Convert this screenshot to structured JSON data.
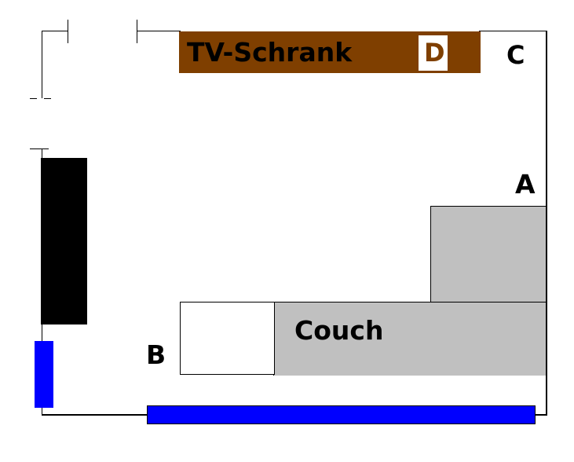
{
  "tv_cabinet": {
    "label": "TV-Schrank",
    "marker": "D"
  },
  "couch": {
    "label": "Couch"
  },
  "markers": {
    "a": "A",
    "b": "B",
    "c": "C"
  },
  "colors": {
    "tv_cabinet": "#7f3f00",
    "couch": "#c0c0c0",
    "blue": "#0000ff",
    "black": "#000000"
  }
}
